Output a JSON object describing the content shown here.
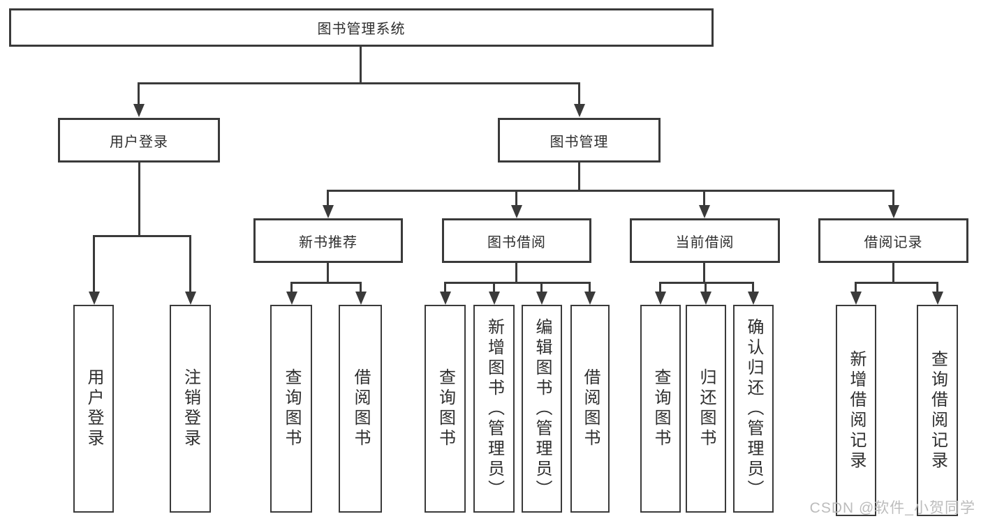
{
  "title": "图书管理系统",
  "nodes": {
    "user_login": "用户登录",
    "book_management": "图书管理",
    "new_book_recommend": "新书推荐",
    "book_borrow": "图书借阅",
    "current_borrow": "当前借阅",
    "borrow_records": "借阅记录"
  },
  "leaves": {
    "user_login": "用户登录",
    "logout": "注销登录",
    "nb_query_books": "查询图书",
    "nb_borrow_books": "借阅图书",
    "bb_query_books": "查询图书",
    "bb_add_books": "新增图书（管理员）",
    "bb_edit_books": "编辑图书（管理员）",
    "bb_borrow_books": "借阅图书",
    "cb_query_books": "查询图书",
    "cb_return_books": "归还图书",
    "cb_confirm_return": "确认归还（管理员）",
    "rec_add_record": "新增借阅记录",
    "rec_query_record": "查询借阅记录"
  },
  "hierarchy": {
    "图书管理系统": {
      "用户登录": [
        "用户登录",
        "注销登录"
      ],
      "图书管理": {
        "新书推荐": [
          "查询图书",
          "借阅图书"
        ],
        "图书借阅": [
          "查询图书",
          "新增图书（管理员）",
          "编辑图书（管理员）",
          "借阅图书"
        ],
        "当前借阅": [
          "查询图书",
          "归还图书",
          "确认归还（管理员）"
        ],
        "借阅记录": [
          "新增借阅记录",
          "查询借阅记录"
        ]
      }
    }
  },
  "watermark": "CSDN @软件_小贺同学",
  "colors": {
    "line": "#3a3a3a",
    "text": "#2e2e2e",
    "watermark": "#bcbcbc",
    "background": "#ffffff"
  }
}
